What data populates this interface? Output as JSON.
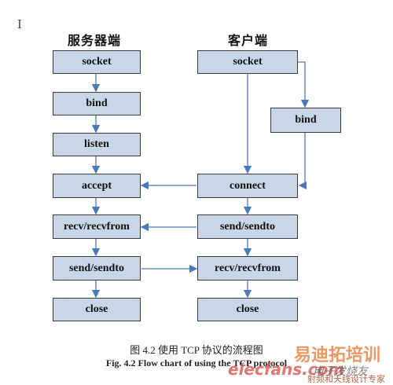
{
  "cursor_glyph": "I",
  "columns": {
    "server": "服务器端",
    "client": "客户端"
  },
  "server_boxes": {
    "socket": "socket",
    "bind": "bind",
    "listen": "listen",
    "accept": "accept",
    "recv": "recv/recvfrom",
    "send": "send/sendto",
    "close": "close"
  },
  "client_boxes": {
    "socket": "socket",
    "bind": "bind",
    "connect": "connect",
    "send": "send/sendto",
    "recv": "recv/recvfrom",
    "close": "close"
  },
  "caption": {
    "cn": "图 4.2   使用 TCP 协议的流程图",
    "en": "Fig. 4.2    Flow chart of using the TCP protocol"
  },
  "watermark": {
    "brand_cn": "易迪拓培训",
    "site": "elecfans.com",
    "site_cn": "电子发烧友",
    "slogan": "射频和天线设计专家"
  },
  "colors": {
    "box_fill": "#c8d6e8",
    "arrow": "#4a7ab8"
  }
}
